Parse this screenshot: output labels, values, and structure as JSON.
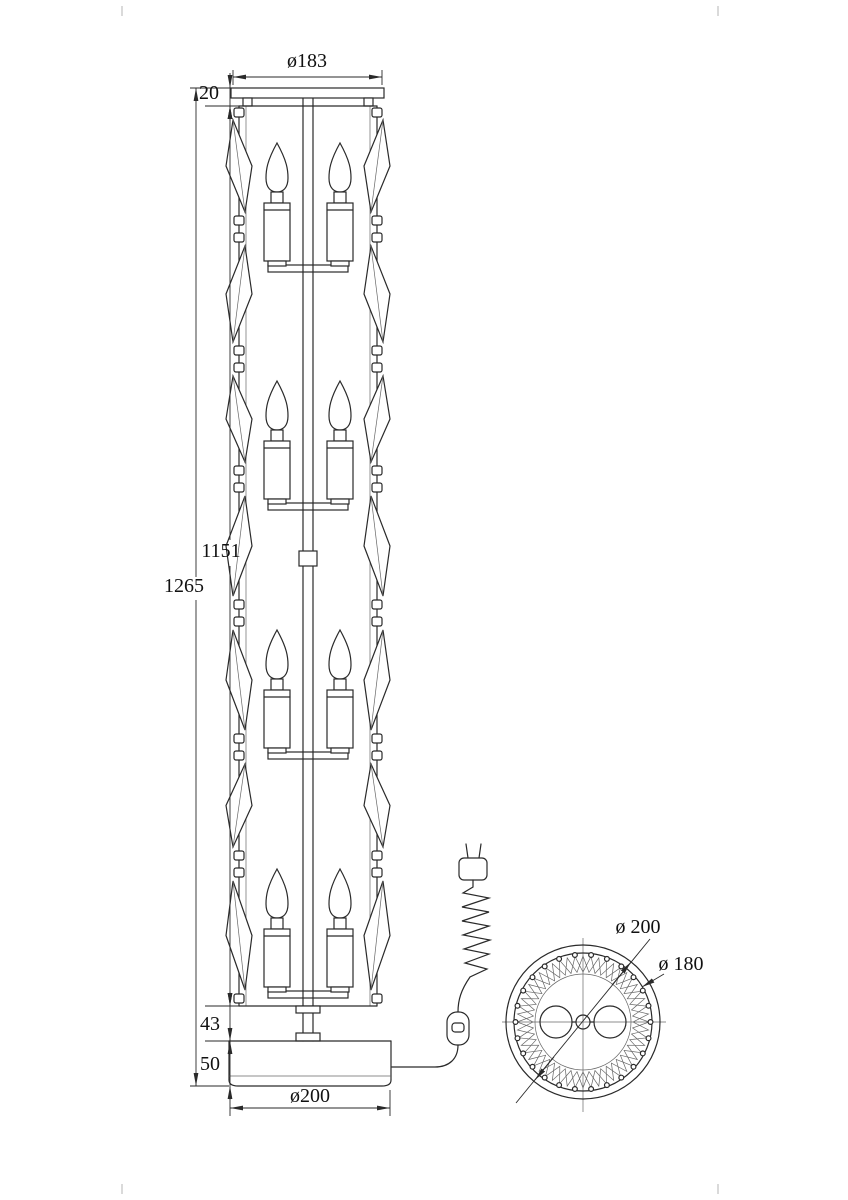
{
  "page": {
    "background": "#ffffff",
    "line_color": "#2a2a2a"
  },
  "front_view": {
    "dim_top_diameter": "ø183",
    "dim_cap_height": "20",
    "dim_body_height": "1151",
    "dim_total_height": "1265",
    "dim_neck_height": "43",
    "dim_base_height": "50",
    "dim_base_diameter": "ø200"
  },
  "top_view": {
    "dim_outer_diameter": "ø 200",
    "dim_inner_diameter": "ø 180"
  }
}
